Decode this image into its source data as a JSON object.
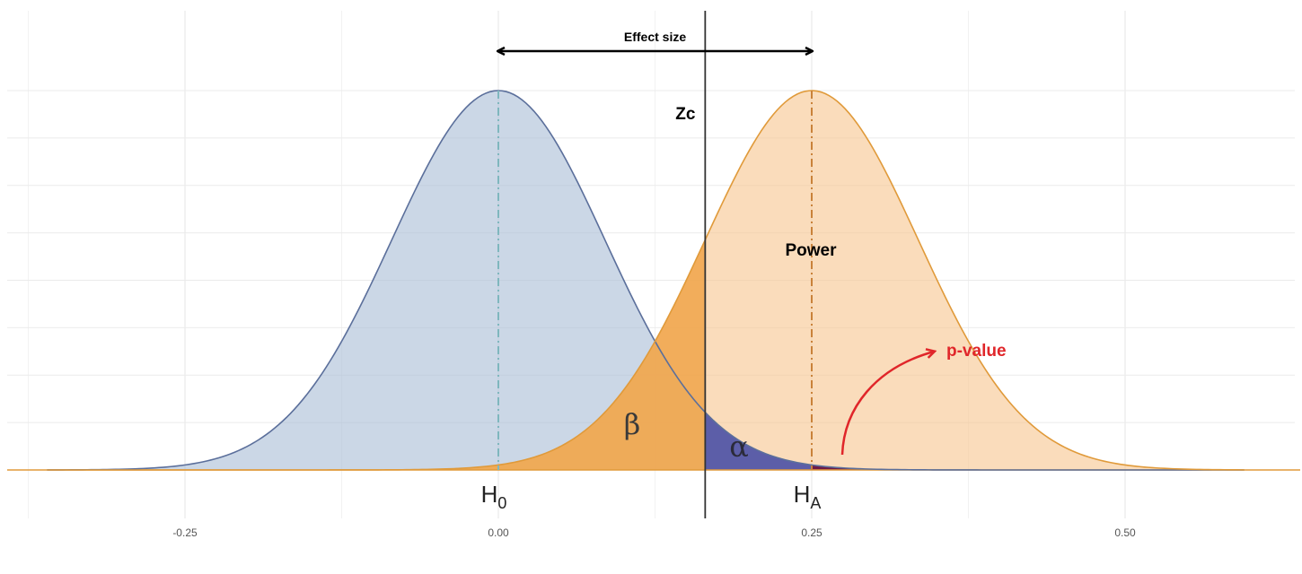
{
  "chart_data": {
    "type": "area",
    "x_ticks": [
      {
        "value": -0.25,
        "label": "-0.25"
      },
      {
        "value": 0.0,
        "label": "0.00"
      },
      {
        "value": 0.25,
        "label": "0.25"
      },
      {
        "value": 0.5,
        "label": "0.50"
      }
    ],
    "xlim": [
      -0.39,
      0.625
    ],
    "grid": true,
    "h0": {
      "mean": 0.0,
      "sd": 0.085,
      "label": "H",
      "subscript": "0",
      "color": "#a9bdd5",
      "line_color": "#5b6f9b",
      "mean_line_color": "#7fb7be"
    },
    "ha": {
      "mean": 0.25,
      "sd": 0.085,
      "label": "H",
      "subscript": "A",
      "color": "#f6c58e",
      "line_color": "#e09a3a",
      "mean_line_color": "#c9823a"
    },
    "critical_value": {
      "x": 0.165,
      "label": "Zc"
    },
    "regions": {
      "beta": {
        "label": "β",
        "color": "#f0a44a"
      },
      "alpha": {
        "label": "α",
        "color": "#5c5ea8"
      },
      "p_value_area": {
        "from": 0.25,
        "to": 0.35,
        "color": "#6e1a47"
      }
    },
    "effect_size": {
      "label": "Effect size",
      "from": 0.0,
      "to": 0.25
    },
    "annotations": {
      "power": "Power",
      "p_value": "p-value",
      "p_value_color": "#e0262a"
    }
  }
}
